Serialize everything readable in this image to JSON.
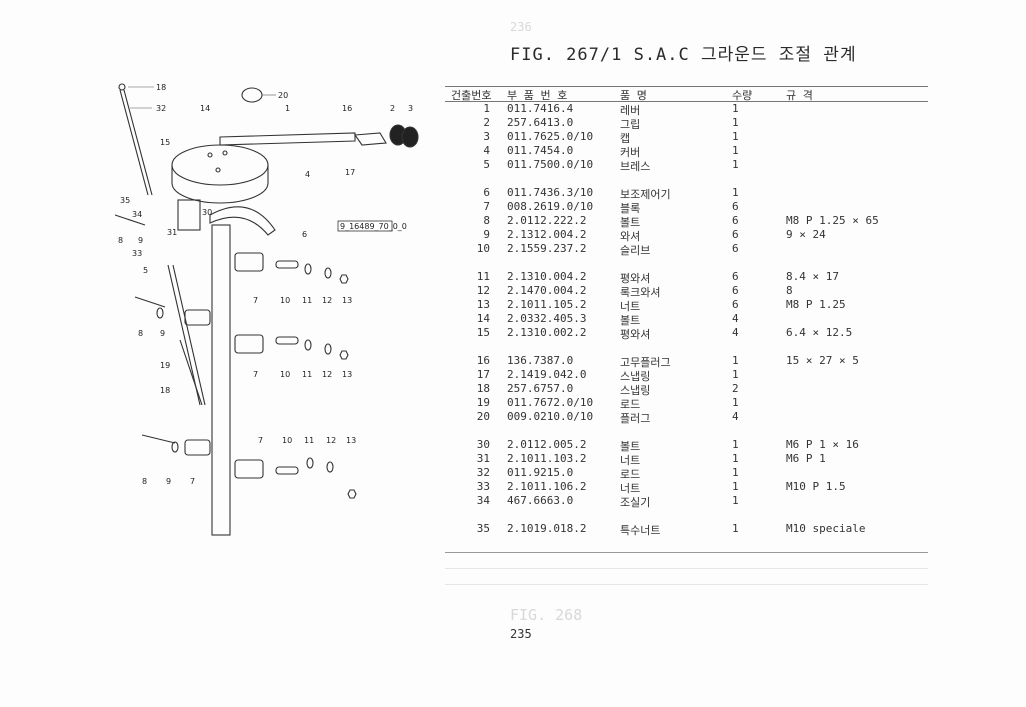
{
  "title": "FIG. 267/1 S.A.C 그라운드 조절 관계",
  "diagram": {
    "label_box": "9_16489_70_0_0",
    "callouts": [
      "18",
      "32",
      "14",
      "1",
      "16",
      "2",
      "3",
      "20",
      "15",
      "17",
      "4",
      "35",
      "34",
      "30",
      "8",
      "9",
      "31",
      "33",
      "6",
      "5",
      "7",
      "10",
      "11",
      "12",
      "13",
      "8",
      "9",
      "19",
      "18",
      "7",
      "10",
      "11",
      "12",
      "13",
      "7",
      "10",
      "11",
      "12",
      "13",
      "8",
      "9",
      "7"
    ]
  },
  "table": {
    "headers": {
      "no": "건출번호",
      "part": "부 품 번 호",
      "name": "품    명",
      "qty": "수량",
      "spec": "규          격"
    },
    "rows": [
      {
        "no": "1",
        "part": "011.7416.4",
        "name": "레버",
        "qty": "1",
        "spec": ""
      },
      {
        "no": "2",
        "part": "257.6413.0",
        "name": "그립",
        "qty": "1",
        "spec": ""
      },
      {
        "no": "3",
        "part": "011.7625.0/10",
        "name": "캡",
        "qty": "1",
        "spec": ""
      },
      {
        "no": "4",
        "part": "011.7454.0",
        "name": "커버",
        "qty": "1",
        "spec": ""
      },
      {
        "no": "5",
        "part": "011.7500.0/10",
        "name": "브레스",
        "qty": "1",
        "spec": ""
      },
      {
        "no": "6",
        "part": "011.7436.3/10",
        "name": "보조제어기",
        "qty": "1",
        "spec": ""
      },
      {
        "no": "7",
        "part": "008.2619.0/10",
        "name": "블록",
        "qty": "6",
        "spec": ""
      },
      {
        "no": "8",
        "part": "2.0112.222.2",
        "name": "볼트",
        "qty": "6",
        "spec": "M8 P 1.25 × 65"
      },
      {
        "no": "9",
        "part": "2.1312.004.2",
        "name": "와셔",
        "qty": "6",
        "spec": "9 × 24"
      },
      {
        "no": "10",
        "part": "2.1559.237.2",
        "name": "슬리브",
        "qty": "6",
        "spec": ""
      },
      {
        "no": "11",
        "part": "2.1310.004.2",
        "name": "평와셔",
        "qty": "6",
        "spec": "8.4 × 17"
      },
      {
        "no": "12",
        "part": "2.1470.004.2",
        "name": "록크와셔",
        "qty": "6",
        "spec": "8"
      },
      {
        "no": "13",
        "part": "2.1011.105.2",
        "name": "너트",
        "qty": "6",
        "spec": "M8 P 1.25"
      },
      {
        "no": "14",
        "part": "2.0332.405.3",
        "name": "볼트",
        "qty": "4",
        "spec": ""
      },
      {
        "no": "15",
        "part": "2.1310.002.2",
        "name": "평와셔",
        "qty": "4",
        "spec": "6.4 × 12.5"
      },
      {
        "no": "16",
        "part": "136.7387.0",
        "name": "고무플러그",
        "qty": "1",
        "spec": "15 × 27 × 5"
      },
      {
        "no": "17",
        "part": "2.1419.042.0",
        "name": "스냅링",
        "qty": "1",
        "spec": ""
      },
      {
        "no": "18",
        "part": "257.6757.0",
        "name": "스냅링",
        "qty": "2",
        "spec": ""
      },
      {
        "no": "19",
        "part": "011.7672.0/10",
        "name": "로드",
        "qty": "1",
        "spec": ""
      },
      {
        "no": "20",
        "part": "009.0210.0/10",
        "name": "플러그",
        "qty": "4",
        "spec": ""
      },
      {
        "no": "30",
        "part": "2.0112.005.2",
        "name": "볼트",
        "qty": "1",
        "spec": "M6 P 1 × 16"
      },
      {
        "no": "31",
        "part": "2.1011.103.2",
        "name": "너트",
        "qty": "1",
        "spec": "M6 P 1"
      },
      {
        "no": "32",
        "part": "011.9215.0",
        "name": "로드",
        "qty": "1",
        "spec": ""
      },
      {
        "no": "33",
        "part": "2.1011.106.2",
        "name": "너트",
        "qty": "1",
        "spec": "M10 P 1.5"
      },
      {
        "no": "34",
        "part": "467.6663.0",
        "name": "조실기",
        "qty": "1",
        "spec": ""
      },
      {
        "no": "35",
        "part": "2.1019.018.2",
        "name": "특수너트",
        "qty": "1",
        "spec": "M10 speciale"
      }
    ]
  },
  "page_number": "235"
}
